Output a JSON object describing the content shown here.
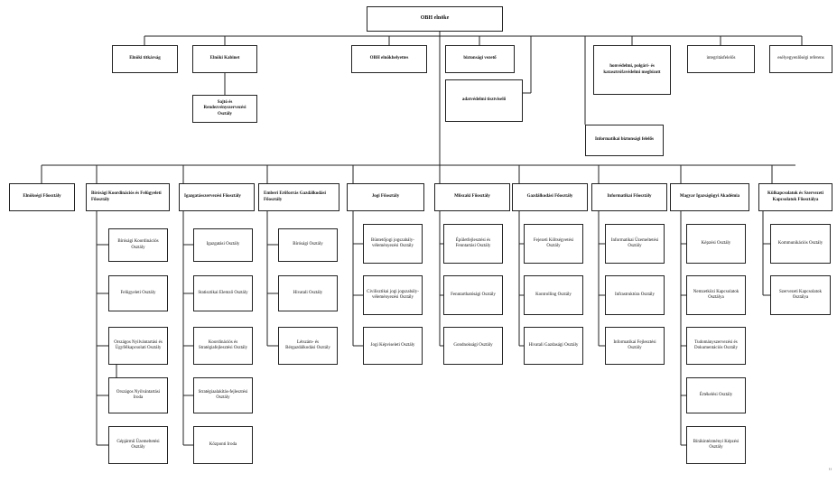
{
  "org": {
    "root": "OBH elnöke",
    "top": {
      "elnoki_titkarsag": "Elnöki titkárság",
      "elnoki_kabinet": "Elnöki Kabinet",
      "sajto": "Sajtó és Rendezvényszervezési Osztály",
      "elnokhelyettes": "OBH elnökhelyettes",
      "biztonsagi_vezeto": "biztonsági vezető",
      "adatvedelmi": "adatvédelmi tisztviselő",
      "honvedelmi": "honvédelmi, polgári- és katasztrófavédelmi megbízott",
      "informatikai_biztonsagi": "Informatikai biztonsági felelős",
      "integritasfelelos": "integritásfelelős",
      "eselyegyenlosegi": "esélyegyenlőségi referens"
    },
    "departments": [
      {
        "name": "Elnökségi Főosztály",
        "units": []
      },
      {
        "name": "Bírósági Koordinációs és Felügyeleti Főosztály",
        "units": [
          "Bírósági Koordinációs Osztály",
          "Felügyeleti Osztály",
          "Országos Nyilvántartási és Ügyfélkapcsolati Osztály",
          "Országos Nyilvántartási Iroda",
          "Gépjármű Üzemeltetési Osztály"
        ]
      },
      {
        "name": "Igazgatásszervezési Főosztály",
        "units": [
          "Igazgatási Osztály",
          "Statisztikai Elemző Osztály",
          "Koordinációs és Stratégiafejlesztési Osztály",
          "Stratégiaalakítás-fejlesztési Osztály",
          "Központi Iroda"
        ]
      },
      {
        "name": "Emberi Erőforrás Gazdálkodási Főosztály",
        "units": [
          "Bírósági Osztály",
          "Hivatali Osztály",
          "Létszám- és Bérgazdálkodási Osztály"
        ]
      },
      {
        "name": "Jogi Főosztály",
        "units": [
          "Büntetőjogi jogszabály-véleményezési Osztály",
          "Civilisztikai jogi jogszabály-véleményezési Osztály",
          "Jogi Képviseleti Osztály"
        ]
      },
      {
        "name": "Műszaki Főosztály",
        "units": [
          "Épületfejlesztési és Fenntartási Osztály",
          "Fenntarthatósági Osztály",
          "Gondnoksági Osztály"
        ]
      },
      {
        "name": "Gazdálkodási Főosztály",
        "units": [
          "Fejezeti Költségvetési Osztály",
          "Kontrolling Osztály",
          "Hivatali Gazdasági Osztály"
        ]
      },
      {
        "name": "Informatikai Főosztály",
        "units": [
          "Informatikai Üzemeltetési Osztály",
          "Infrastruktúra Osztály",
          "Informatikai Fejlesztési Osztály"
        ]
      },
      {
        "name": "Magyar Igazságügyi Akadémia",
        "units": [
          "Képzési Osztály",
          "Nemzetközi Kapcsolatok Osztálya",
          "Tudományszervezési és Dokumentációs Osztály",
          "Értékelési Osztály",
          "Bírákintézményi Képzési Osztály"
        ]
      },
      {
        "name": "Külkapcsolatok és Szervezeti Kapcsolatok Főosztálya",
        "units": [
          "Kommunikációs Osztály",
          "Szervezeti Kapcsolatok Osztálya"
        ]
      }
    ]
  },
  "footnote": "¹¹"
}
